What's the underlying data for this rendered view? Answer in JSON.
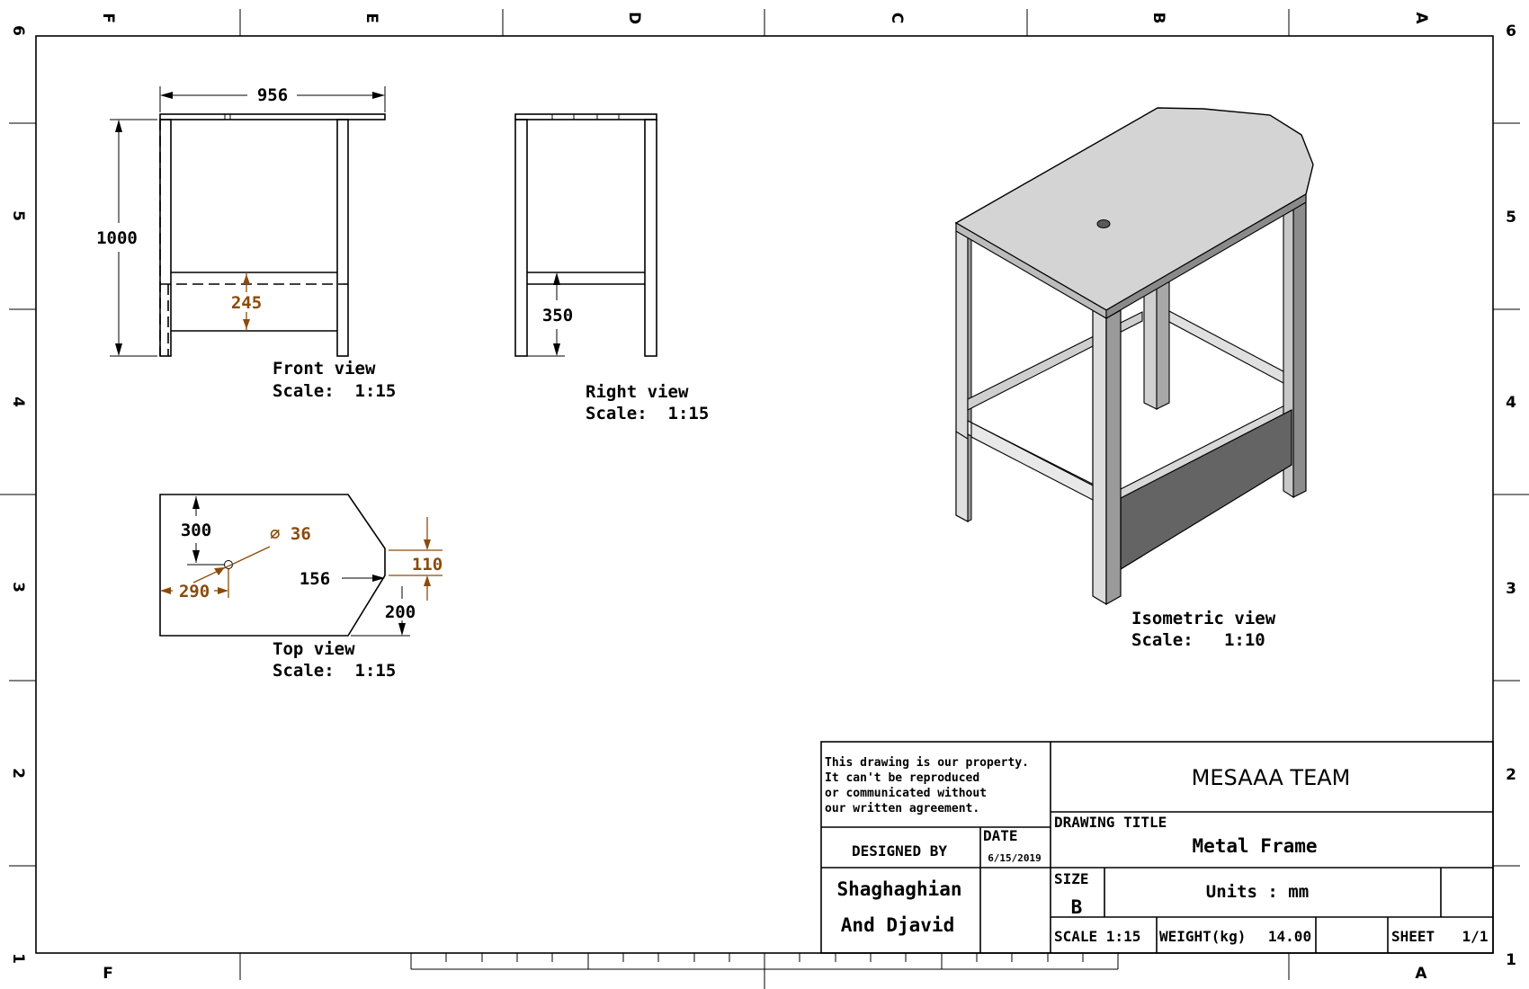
{
  "border": {
    "columns": [
      "F",
      "E",
      "D",
      "C",
      "B",
      "A"
    ],
    "rows": [
      "6",
      "5",
      "4",
      "3",
      "2",
      "1"
    ],
    "bottom_columns": [
      "F",
      "A"
    ]
  },
  "views": {
    "front": {
      "label": "Front view",
      "scale": "Scale:  1:15",
      "dim_width": "956",
      "dim_height": "1000",
      "dim_gap": "245"
    },
    "right": {
      "label": "Right view",
      "scale": "Scale:  1:15",
      "dim_gap": "350"
    },
    "top": {
      "label": "Top view",
      "scale": "Scale:  1:15",
      "dim_300": "300",
      "dim_dia": "∅ 36",
      "dim_290": "290",
      "dim_156": "156",
      "dim_110": "110",
      "dim_200": "200"
    },
    "iso": {
      "label": "Isometric view",
      "scale": "Scale:   1:10"
    }
  },
  "title_block": {
    "notice": [
      "This drawing is our property.",
      "It can't be reproduced",
      "or communicated without",
      "our written agreement."
    ],
    "company": "MESAAA TEAM",
    "drawing_title_label": "DRAWING TITLE",
    "drawing_title": "Metal Frame",
    "designed_by_label": "DESIGNED BY",
    "designers": [
      "Shaghaghian",
      "And Djavid"
    ],
    "date_label": "DATE",
    "date": "6/15/2019",
    "size_label": "SIZE",
    "size": "B",
    "units": "Units : mm",
    "scale": "SCALE 1:15",
    "weight_label": "WEIGHT(kg)",
    "weight": "14.00",
    "sheet_label": "SHEET",
    "sheet": "1/1"
  },
  "colors": {
    "dimension_brown": "#8b4a0b",
    "iso_top": "#d4d4d4",
    "iso_side": "#9a9a9a",
    "iso_dark": "#555555"
  }
}
